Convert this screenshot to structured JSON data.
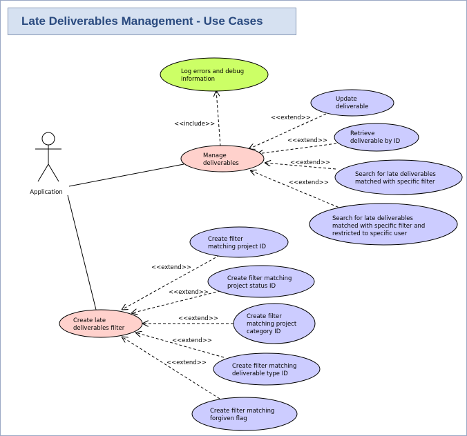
{
  "title": "Late Deliverables Management - Use Cases",
  "actor": {
    "label": "Application"
  },
  "use_cases": {
    "log_errors": [
      "Log errors and debug",
      "information"
    ],
    "manage": [
      "Manage",
      "deliverables"
    ],
    "update": [
      "Update",
      "deliverable"
    ],
    "retrieve": [
      "Retrieve",
      "deliverable by ID"
    ],
    "search_filter": [
      "Search for late deliverables",
      "matched with specific filter"
    ],
    "search_user": [
      "Search for late deliverables",
      "matched with specific filter and",
      "restricted to specific user"
    ],
    "create_filter": [
      "Create late",
      "deliverables filter"
    ],
    "filter_project": [
      "Create filter",
      "matching project ID"
    ],
    "filter_status": [
      "Create filter matching",
      "project status ID"
    ],
    "filter_category": [
      "Create filter",
      "matching project",
      "category ID"
    ],
    "filter_type": [
      "Create filter matching",
      "deliverable type ID"
    ],
    "filter_forgiven": [
      "Create filter matching",
      "forgiven flag"
    ]
  },
  "stereotypes": {
    "include": "<<include>>",
    "extend": "<<extend>>"
  },
  "colors": {
    "green": "#ccff66",
    "pink": "#ffd1cc",
    "lavender": "#ccccff",
    "title_bg": "#d6e1f1",
    "title_text": "#2a4a7f"
  }
}
